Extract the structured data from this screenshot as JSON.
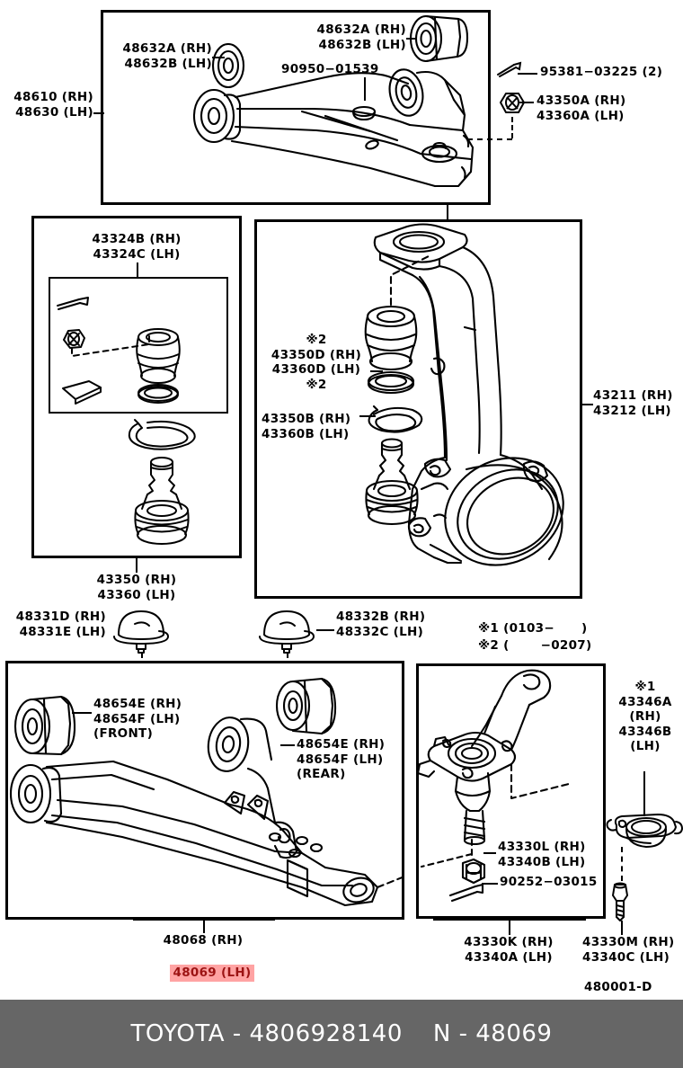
{
  "document": {
    "type": "toyota-parts-illustration",
    "figure_code": "480001-D"
  },
  "footer": {
    "brand": "TOYOTA",
    "sep": "-",
    "part_number": "4806928140",
    "side_code": "N",
    "side_sep": "-",
    "side_number": "48069",
    "bg_color": "#666666",
    "text_color": "#ffffff"
  },
  "highlight": {
    "bg_color": "#ffa3a3",
    "text_color": "#9c1313"
  },
  "notes": {
    "note1": "※1 (0103−      )",
    "note2": "※2 (       −0207)"
  },
  "panels": {
    "upper_arm": {
      "name": "Front Upper Suspension Arm Assembly",
      "outer_label": "48610 (RH)\n48630 (LH)",
      "labels": [
        {
          "id": "bushing-upper-left",
          "text": "48632A (RH)\n48632B (LH)"
        },
        {
          "id": "bushing-upper-right",
          "text": "48632A (RH)\n48632B (LH)"
        },
        {
          "id": "plug",
          "text": "90950−01539"
        },
        {
          "id": "cotter-pin",
          "text": "95381−03225 (2)"
        },
        {
          "id": "upper-ball-joint-nut",
          "text": "43350A (RH)\n43360A (LH)"
        }
      ]
    },
    "ball_joint_kit": {
      "name": "Lower Ball Joint Dust Cover Kit",
      "kit_label": "43324B (RH)\n43324C (LH)",
      "assembly_label": "43350 (RH)\n43360 (LH)"
    },
    "steering_knuckle": {
      "name": "Steering Knuckle",
      "outer_label": "43211 (RH)\n43212 (LH)",
      "labels": [
        {
          "id": "dust-cover",
          "text": "※2\n43350D (RH)\n43360D (LH)\n※2"
        },
        {
          "id": "snap-ring",
          "text": "43350B (RH)\n43360B (LH)"
        }
      ]
    },
    "lower_arm": {
      "name": "Front Lower Suspension Arm Assembly",
      "outer_label_rh": "48068 (RH)",
      "outer_label_lh": "48069 (LH)",
      "labels": [
        {
          "id": "bushing-front",
          "text": "48654E (RH)\n48654F (LH)\n(FRONT)"
        },
        {
          "id": "bushing-rear",
          "text": "48654E (RH)\n48654F (LH)\n(REAR)"
        }
      ],
      "bumpers": [
        {
          "id": "bumper-left",
          "text": "48331D (RH)\n48331E (LH)"
        },
        {
          "id": "bumper-right",
          "text": "48332B (RH)\n48332C (LH)"
        }
      ]
    },
    "lower_ball_joint": {
      "name": "Front Lower Ball Joint Assembly",
      "outer_label": "43330K (RH)\n43340A (LH)",
      "labels": [
        {
          "id": "ball-joint-nut",
          "text": "43330L (RH)\n43340B (LH)"
        },
        {
          "id": "cotter-pin",
          "text": "90252−03015"
        }
      ]
    },
    "ball_joint_seat": {
      "name": "Ball Joint Dust Seal / Seat",
      "top_label": "※1\n43346A\n(RH)\n43346B\n(LH)",
      "bottom_label": "43330M (RH)\n43340C (LH)"
    }
  }
}
